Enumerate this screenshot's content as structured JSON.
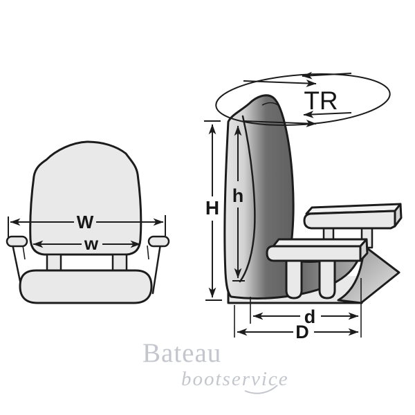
{
  "diagram": {
    "dimension_labels": {
      "overall_width": "W",
      "seat_width": "w",
      "overall_height": "H",
      "backrest_height": "h",
      "swivel": "TR",
      "seat_depth": "d",
      "overall_depth": "D"
    }
  },
  "watermark": {
    "brand": "Bateau",
    "tagline": "bootservice"
  },
  "colors": {
    "line": "#1c1c1c",
    "fill_light": "#e9e9e9",
    "fill_top": "#f2f2f2",
    "fill_edge": "#d5d5d5",
    "shade_dark": "#606060",
    "shade_mid": "#9a9a9a",
    "watermark": "#c4c6ce",
    "background": "#ffffff"
  }
}
